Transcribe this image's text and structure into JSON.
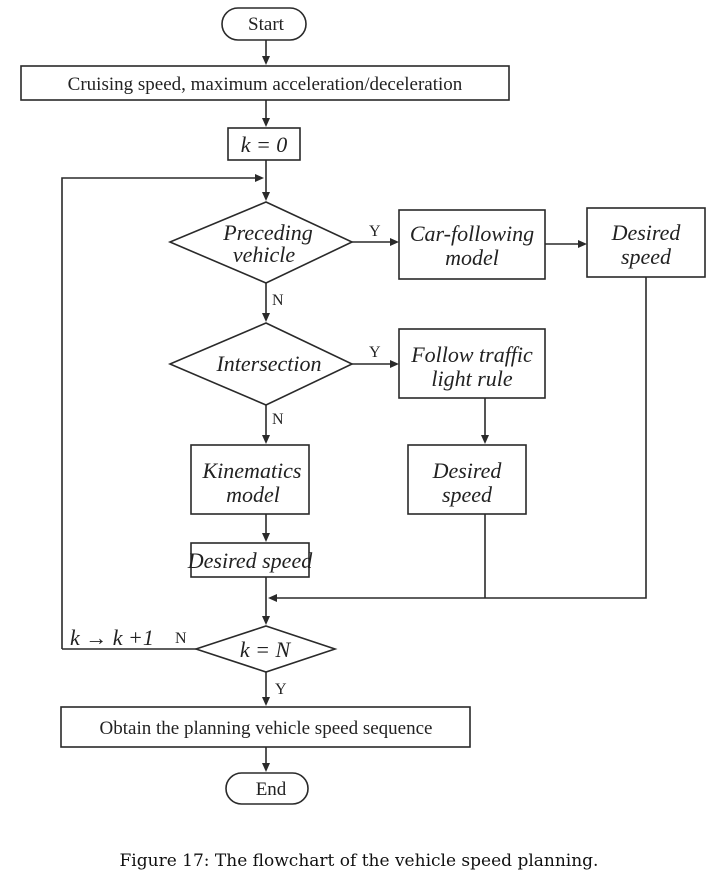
{
  "nodes": {
    "start": "Start",
    "params": "Cruising speed, maximum acceleration/deceleration",
    "init": "k = 0",
    "decision_preceding": [
      "Preceding",
      "vehicle"
    ],
    "car_following": [
      "Car-following",
      "model"
    ],
    "desired_speed_cf": [
      "Desired",
      "speed"
    ],
    "decision_intersection": "Intersection",
    "traffic_light": [
      "Follow traffic",
      "light rule"
    ],
    "desired_speed_tl": [
      "Desired",
      "speed"
    ],
    "kinematics": [
      "Kinematics",
      "model"
    ],
    "desired_speed_kin": "Desired speed",
    "decision_end": "k = N",
    "obtain": "Obtain the planning vehicle speed sequence",
    "end": "End"
  },
  "edge_labels": {
    "preceding_yes": "Y",
    "preceding_no": "N",
    "intersection_yes": "Y",
    "intersection_no": "N",
    "end_yes": "Y",
    "end_no": "N",
    "increment": "k → k +1"
  },
  "caption": "Figure 17: The flowchart of the vehicle speed planning."
}
